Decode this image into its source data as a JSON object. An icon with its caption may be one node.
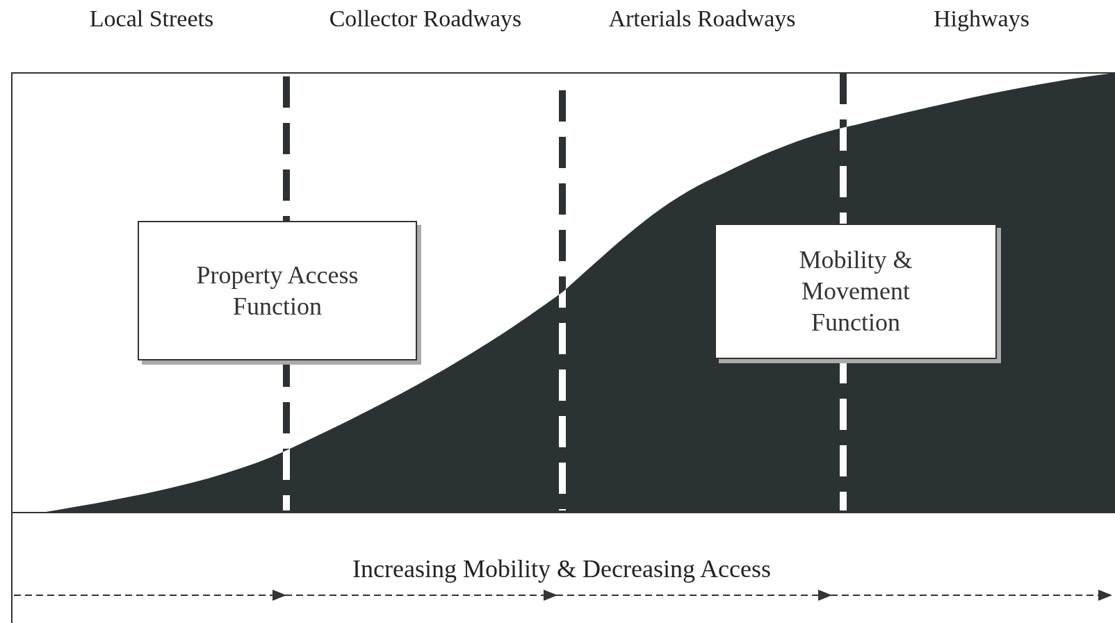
{
  "diagram": {
    "nodes": [
      {
        "text": [
          "Property Access Function"
        ]
      },
      {
        "text": [
          "Mobility & Movement Function"
        ]
      }
    ],
    "labels": [
      "Local Streets",
      "Collector Roadways",
      "Arterials Roadways",
      "Highways",
      "Increasing Mobility & Decreasing Access"
    ]
  }
}
